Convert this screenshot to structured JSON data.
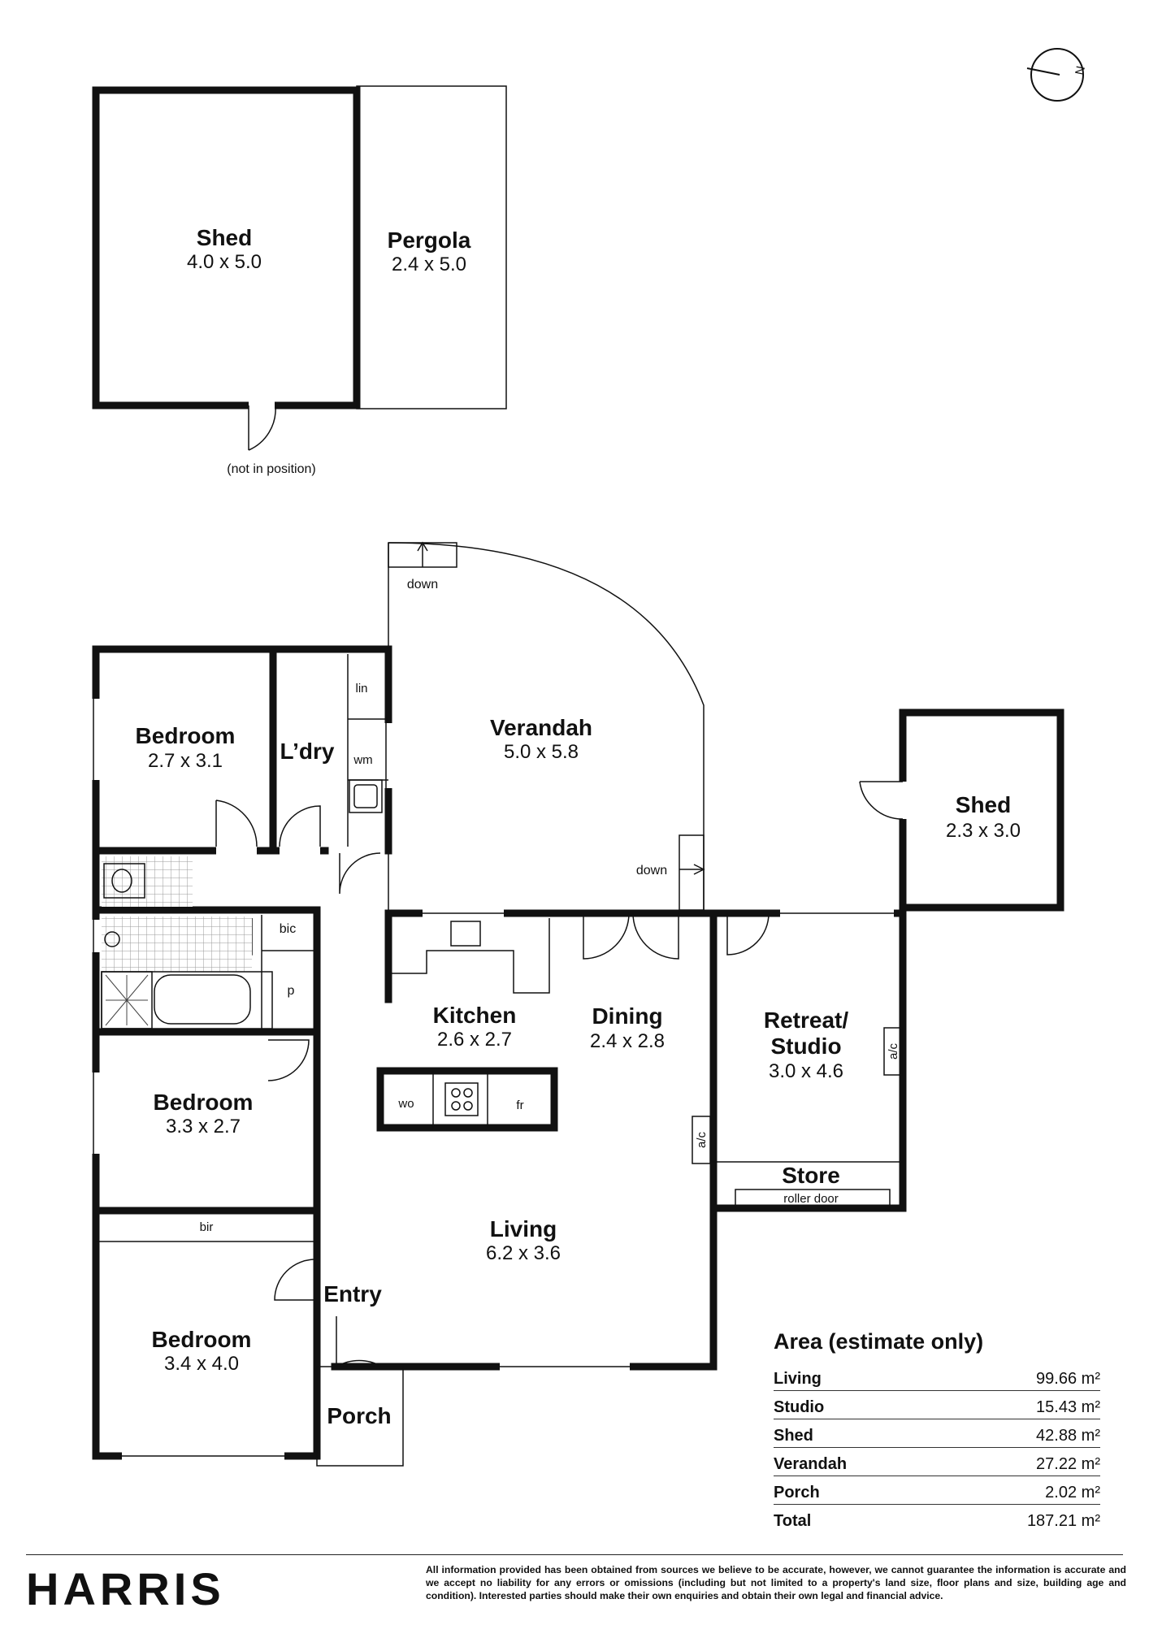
{
  "outbuildings": {
    "shed_main": {
      "name": "Shed",
      "dims": "4.0 x 5.0"
    },
    "pergola": {
      "name": "Pergola",
      "dims": "2.4 x 5.0"
    },
    "shed_note": "(not in position)"
  },
  "rooms": {
    "bedroom1": {
      "name": "Bedroom",
      "dims": "2.7 x 3.1"
    },
    "laundry": {
      "name": "L’dry"
    },
    "verandah": {
      "name": "Verandah",
      "dims": "5.0 x 5.8"
    },
    "shed_small": {
      "name": "Shed",
      "dims": "2.3 x 3.0"
    },
    "kitchen": {
      "name": "Kitchen",
      "dims": "2.6 x 2.7"
    },
    "dining": {
      "name": "Dining",
      "dims": "2.4 x 2.8"
    },
    "retreat": {
      "name_line1": "Retreat/",
      "name_line2": "Studio",
      "dims": "3.0 x 4.6"
    },
    "bedroom2": {
      "name": "Bedroom",
      "dims": "3.3 x 2.7"
    },
    "bedroom3": {
      "name": "Bedroom",
      "dims": "3.4 x 4.0"
    },
    "living": {
      "name": "Living",
      "dims": "6.2 x 3.6"
    },
    "store": {
      "name": "Store"
    },
    "entry": {
      "name": "Entry"
    },
    "porch": {
      "name": "Porch"
    }
  },
  "fixtures": {
    "lin": "lin",
    "wm": "wm",
    "bic": "bic",
    "p": "p",
    "wo": "wo",
    "fr": "fr",
    "ac1": "a/c",
    "ac2": "a/c",
    "bir": "bir",
    "roller_door": "roller door",
    "down1": "down",
    "down2": "down"
  },
  "compass": {
    "letter": "N"
  },
  "area": {
    "title": "Area (estimate only)",
    "unit": "m²",
    "rows": [
      {
        "label": "Living",
        "value": "99.66"
      },
      {
        "label": "Studio",
        "value": "15.43"
      },
      {
        "label": "Shed",
        "value": "42.88"
      },
      {
        "label": "Verandah",
        "value": "27.22"
      },
      {
        "label": "Porch",
        "value": "2.02"
      }
    ],
    "total": {
      "label": "Total",
      "value": "187.21"
    }
  },
  "footer": {
    "brand": "HARRIS",
    "disclaimer": "All information provided has been obtained from sources we believe to be accurate, however, we cannot guarantee the information is accurate and we accept no liability for any errors or omissions (including but not limited to a property's land size, floor plans and size, building age and condition). Interested parties should make their own enquiries and obtain their own legal and financial advice."
  }
}
